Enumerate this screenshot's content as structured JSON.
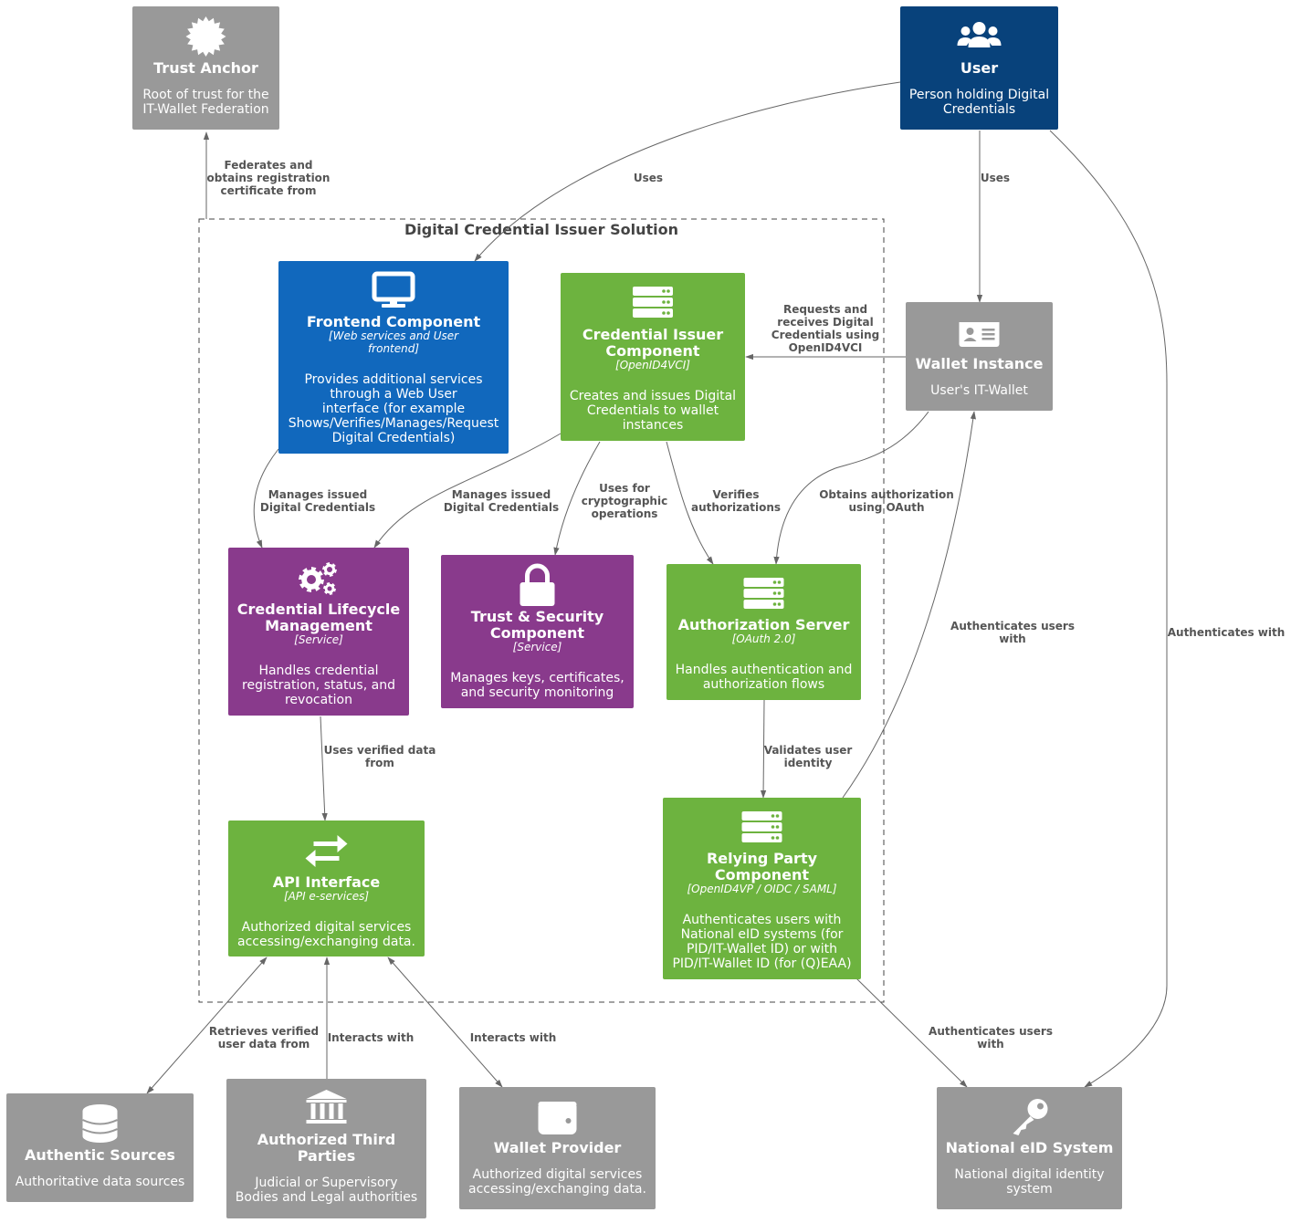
{
  "colors": {
    "external": "#999999",
    "person": "#08427B",
    "web": "#1168BD",
    "service_green": "#6DB33F",
    "purple": "#893A8C",
    "edge": "#666666"
  },
  "boundary": {
    "title": "Digital Credential Issuer Solution"
  },
  "nodes": {
    "trust_anchor": {
      "icon": "badge-icon",
      "title": [
        "Trust Anchor"
      ],
      "tech": "",
      "desc": [
        "Root of trust for the",
        "IT-Wallet Federation"
      ]
    },
    "user": {
      "icon": "users-icon",
      "title": [
        "User"
      ],
      "tech": "",
      "desc": [
        "Person holding Digital",
        "Credentials"
      ]
    },
    "frontend": {
      "icon": "monitor-icon",
      "title": [
        "Frontend Component"
      ],
      "tech": [
        "[Web services and User",
        "frontend]"
      ],
      "desc": [
        "Provides additional services",
        "through a Web User",
        "interface (for example",
        "Shows/Verifies/Manages/Request",
        "Digital Credentials)"
      ]
    },
    "issuer": {
      "icon": "server-icon",
      "title": [
        "Credential Issuer",
        "Component"
      ],
      "tech": [
        "[OpenID4VCI]"
      ],
      "desc": [
        "Creates and issues Digital",
        "Credentials to wallet",
        "instances"
      ]
    },
    "wallet_instance": {
      "icon": "id-card-icon",
      "title": [
        "Wallet Instance"
      ],
      "tech": "",
      "desc": [
        "User's IT-Wallet"
      ]
    },
    "lifecycle": {
      "icon": "gears-icon",
      "title": [
        "Credential Lifecycle",
        "Management"
      ],
      "tech": [
        "[Service]"
      ],
      "desc": [
        "Handles credential",
        "registration, status, and",
        "revocation"
      ]
    },
    "trust_security": {
      "icon": "lock-icon",
      "title": [
        "Trust & Security",
        "Component"
      ],
      "tech": [
        "[Service]"
      ],
      "desc": [
        "Manages keys, certificates,",
        "and security monitoring"
      ]
    },
    "authz": {
      "icon": "server-icon",
      "title": [
        "Authorization Server"
      ],
      "tech": [
        "[OAuth 2.0]"
      ],
      "desc": [
        "Handles authentication and",
        "authorization flows"
      ]
    },
    "api": {
      "icon": "exchange-icon",
      "title": [
        "API Interface"
      ],
      "tech": [
        "[API e-services]"
      ],
      "desc": [
        "Authorized digital services",
        "accessing/exchanging data."
      ]
    },
    "relying_party": {
      "icon": "server-icon",
      "title": [
        "Relying Party",
        "Component"
      ],
      "tech": [
        "[OpenID4VP / OIDC / SAML]"
      ],
      "desc": [
        "Authenticates users with",
        "National eID systems (for",
        "PID/IT-Wallet ID) or with",
        "PID/IT-Wallet ID (for (Q)EAA)"
      ]
    },
    "authentic_sources": {
      "icon": "database-icon",
      "title": [
        "Authentic Sources"
      ],
      "tech": "",
      "desc": [
        "Authoritative data sources"
      ]
    },
    "third_parties": {
      "icon": "institution-icon",
      "title": [
        "Authorized Third",
        "Parties"
      ],
      "tech": "",
      "desc": [
        "Judicial or Supervisory",
        "Bodies and Legal authorities"
      ]
    },
    "wallet_provider": {
      "icon": "wallet-icon",
      "title": [
        "Wallet Provider"
      ],
      "tech": "",
      "desc": [
        "Authorized digital services",
        "accessing/exchanging data."
      ]
    },
    "national_eid": {
      "icon": "key-icon",
      "title": [
        "National eID System"
      ],
      "tech": "",
      "desc": [
        "National digital identity",
        "system"
      ]
    }
  },
  "edges": {
    "federates": [
      "Federates and",
      "obtains registration",
      "certificate from"
    ],
    "user_frontend": [
      "Uses"
    ],
    "user_wallet": [
      "Uses"
    ],
    "user_eid": [
      "Authenticates with"
    ],
    "wallet_issuer": [
      "Requests and",
      "receives Digital",
      "Credentials using",
      "OpenID4VCI"
    ],
    "frontend_lifecycle": [
      "Manages issued",
      "Digital Credentials"
    ],
    "issuer_lifecycle": [
      "Manages issued",
      "Digital Credentials"
    ],
    "issuer_trust": [
      "Uses for",
      "cryptographic",
      "operations"
    ],
    "issuer_authz": [
      "Verifies",
      "authorizations"
    ],
    "wallet_authz": [
      "Obtains authorization",
      "using OAuth"
    ],
    "rp_wallet": [
      "Authenticates users",
      "with"
    ],
    "lifecycle_api": [
      "Uses verified data",
      "from"
    ],
    "authz_rp": [
      "Validates user",
      "identity"
    ],
    "api_sources": [
      "Retrieves verified",
      "user data from"
    ],
    "api_third": [
      "Interacts with"
    ],
    "api_wallet_provider": [
      "Interacts with"
    ],
    "rp_eid": [
      "Authenticates users",
      "with"
    ]
  }
}
